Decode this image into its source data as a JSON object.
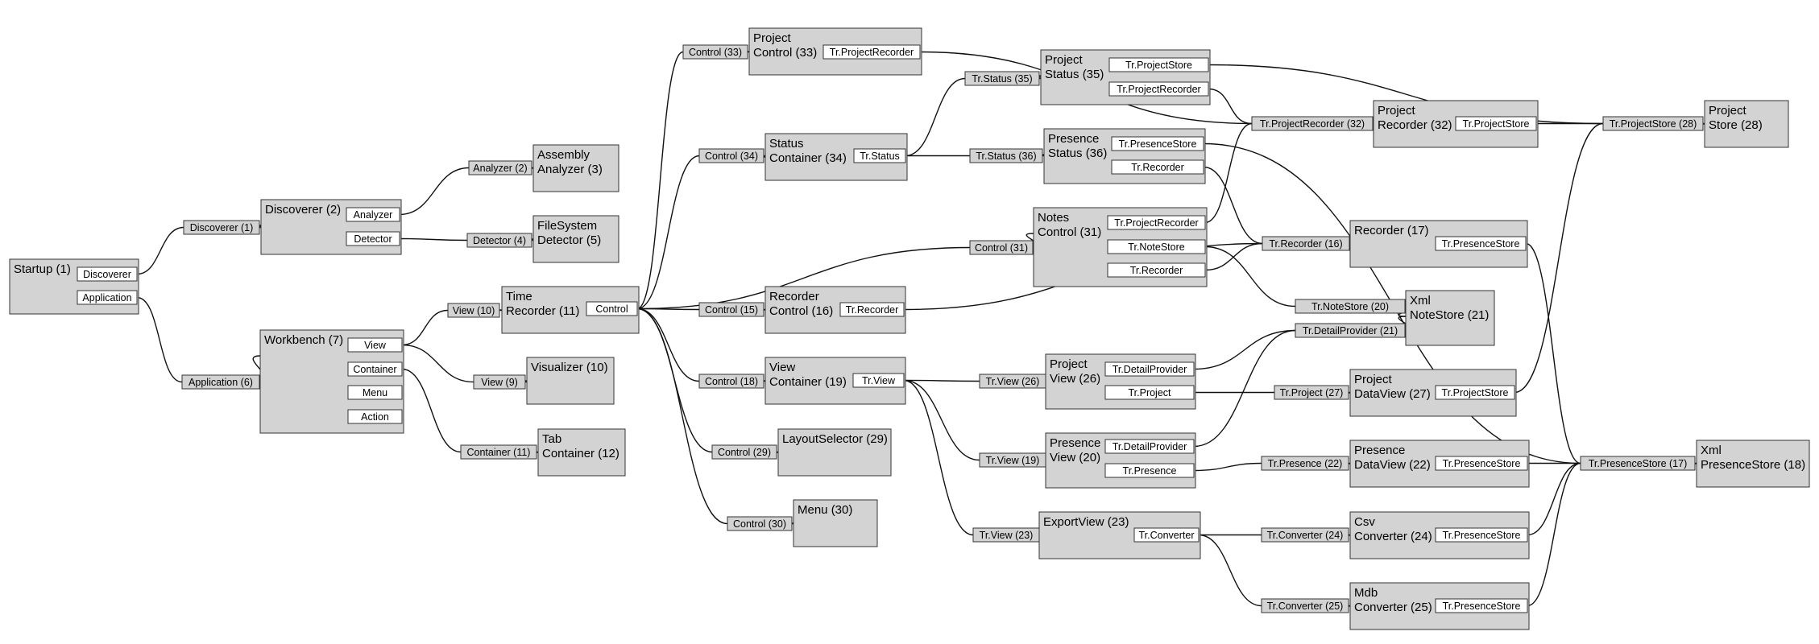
{
  "nodes": [
    {
      "id": "startup",
      "title": [
        "Startup (1)"
      ],
      "ports": [
        "Discoverer",
        "Application"
      ]
    },
    {
      "id": "discoverer",
      "title": [
        "Discoverer (2)"
      ],
      "ports": [
        "Analyzer",
        "Detector"
      ]
    },
    {
      "id": "assembly-analyzer",
      "title": [
        "Assembly",
        "Analyzer (3)"
      ],
      "ports": []
    },
    {
      "id": "filesystem-detector",
      "title": [
        "FileSystem",
        "Detector (5)"
      ],
      "ports": []
    },
    {
      "id": "workbench",
      "title": [
        "Workbench (7)"
      ],
      "ports": [
        "View",
        "Container",
        "Menu",
        "Action"
      ]
    },
    {
      "id": "time-recorder",
      "title": [
        "Time",
        "Recorder (11)"
      ],
      "ports": [
        "Control"
      ]
    },
    {
      "id": "visualizer",
      "title": [
        "Visualizer (10)"
      ],
      "ports": []
    },
    {
      "id": "tab-container",
      "title": [
        "Tab",
        "Container (12)"
      ],
      "ports": []
    },
    {
      "id": "project-control",
      "title": [
        "Project",
        "Control (33)"
      ],
      "ports": [
        "Tr.ProjectRecorder"
      ]
    },
    {
      "id": "status-container",
      "title": [
        "Status",
        "Container (34)"
      ],
      "ports": [
        "Tr.Status"
      ]
    },
    {
      "id": "recorder-control",
      "title": [
        "Recorder",
        "Control (16)"
      ],
      "ports": [
        "Tr.Recorder"
      ]
    },
    {
      "id": "view-container",
      "title": [
        "View",
        "Container (19)"
      ],
      "ports": [
        "Tr.View"
      ]
    },
    {
      "id": "layout-selector",
      "title": [
        "LayoutSelector (29)"
      ],
      "ports": []
    },
    {
      "id": "menu",
      "title": [
        "Menu (30)"
      ],
      "ports": []
    },
    {
      "id": "project-status",
      "title": [
        "Project",
        "Status (35)"
      ],
      "ports": [
        "Tr.ProjectStore",
        "Tr.ProjectRecorder"
      ]
    },
    {
      "id": "presence-status",
      "title": [
        "Presence",
        "Status (36)"
      ],
      "ports": [
        "Tr.PresenceStore",
        "Tr.Recorder"
      ]
    },
    {
      "id": "notes-control",
      "title": [
        "Notes",
        "Control (31)"
      ],
      "ports": [
        "Tr.ProjectRecorder",
        "Tr.NoteStore",
        "Tr.Recorder"
      ]
    },
    {
      "id": "project-view",
      "title": [
        "Project",
        "View (26)"
      ],
      "ports": [
        "Tr.DetailProvider",
        "Tr.Project"
      ]
    },
    {
      "id": "presence-view",
      "title": [
        "Presence",
        "View (20)"
      ],
      "ports": [
        "Tr.DetailProvider",
        "Tr.Presence"
      ]
    },
    {
      "id": "export-view",
      "title": [
        "ExportView (23)"
      ],
      "ports": [
        "Tr.Converter"
      ]
    },
    {
      "id": "project-recorder",
      "title": [
        "Project",
        "Recorder (32)"
      ],
      "ports": [
        "Tr.ProjectStore"
      ]
    },
    {
      "id": "recorder",
      "title": [
        "Recorder (17)"
      ],
      "ports": [
        "Tr.PresenceStore"
      ]
    },
    {
      "id": "xml-notestore",
      "title": [
        "Xml",
        "NoteStore (21)"
      ],
      "ports": []
    },
    {
      "id": "project-dataview",
      "title": [
        "Project",
        "DataView (27)"
      ],
      "ports": [
        "Tr.ProjectStore"
      ]
    },
    {
      "id": "presence-dataview",
      "title": [
        "Presence",
        "DataView (22)"
      ],
      "ports": [
        "Tr.PresenceStore"
      ]
    },
    {
      "id": "csv-converter",
      "title": [
        "Csv",
        "Converter (24)"
      ],
      "ports": [
        "Tr.PresenceStore"
      ]
    },
    {
      "id": "mdb-converter",
      "title": [
        "Mdb",
        "Converter (25)"
      ],
      "ports": [
        "Tr.PresenceStore"
      ]
    },
    {
      "id": "project-store",
      "title": [
        "Project",
        "Store (28)"
      ],
      "ports": []
    },
    {
      "id": "xml-presencestore",
      "title": [
        "Xml",
        "PresenceStore (18)"
      ],
      "ports": []
    }
  ],
  "labels": [
    {
      "id": "l-discoverer1",
      "text": "Discoverer (1)"
    },
    {
      "id": "l-application6",
      "text": "Application (6)"
    },
    {
      "id": "l-analyzer2",
      "text": "Analyzer (2)"
    },
    {
      "id": "l-detector4",
      "text": "Detector (4)"
    },
    {
      "id": "l-view10",
      "text": "View (10)"
    },
    {
      "id": "l-view9",
      "text": "View (9)"
    },
    {
      "id": "l-container11",
      "text": "Container (11)"
    },
    {
      "id": "l-control33",
      "text": "Control (33)"
    },
    {
      "id": "l-control34",
      "text": "Control (34)"
    },
    {
      "id": "l-control31",
      "text": "Control (31)"
    },
    {
      "id": "l-control15",
      "text": "Control (15)"
    },
    {
      "id": "l-control18",
      "text": "Control (18)"
    },
    {
      "id": "l-control29",
      "text": "Control (29)"
    },
    {
      "id": "l-control30",
      "text": "Control (30)"
    },
    {
      "id": "l-trstatus35",
      "text": "Tr.Status (35)"
    },
    {
      "id": "l-trstatus36",
      "text": "Tr.Status (36)"
    },
    {
      "id": "l-trview26",
      "text": "Tr.View (26)"
    },
    {
      "id": "l-trview19",
      "text": "Tr.View (19)"
    },
    {
      "id": "l-trview23",
      "text": "Tr.View (23)"
    },
    {
      "id": "l-trprojectrecorder32",
      "text": "Tr.ProjectRecorder (32)"
    },
    {
      "id": "l-trrecorder16",
      "text": "Tr.Recorder (16)"
    },
    {
      "id": "l-trnotestore20",
      "text": "Tr.NoteStore (20)"
    },
    {
      "id": "l-trdetailprovider21",
      "text": "Tr.DetailProvider (21)"
    },
    {
      "id": "l-trproject27",
      "text": "Tr.Project (27)"
    },
    {
      "id": "l-trpresence22",
      "text": "Tr.Presence (22)"
    },
    {
      "id": "l-trconverter24",
      "text": "Tr.Converter (24)"
    },
    {
      "id": "l-trconverter25",
      "text": "Tr.Converter (25)"
    },
    {
      "id": "l-trprojectstore28",
      "text": "Tr.ProjectStore (28)"
    },
    {
      "id": "l-trpresencestore17",
      "text": "Tr.PresenceStore (17)"
    }
  ],
  "edges": [
    [
      "startup:0",
      "l-discoverer1"
    ],
    [
      "l-discoverer1",
      "discoverer"
    ],
    [
      "startup:1",
      "l-application6"
    ],
    [
      "l-application6",
      "workbench"
    ],
    [
      "discoverer:0",
      "l-analyzer2"
    ],
    [
      "l-analyzer2",
      "assembly-analyzer"
    ],
    [
      "discoverer:1",
      "l-detector4"
    ],
    [
      "l-detector4",
      "filesystem-detector"
    ],
    [
      "workbench:0",
      "l-view10"
    ],
    [
      "l-view10",
      "time-recorder"
    ],
    [
      "workbench:0",
      "l-view9"
    ],
    [
      "l-view9",
      "visualizer"
    ],
    [
      "workbench:1",
      "l-container11"
    ],
    [
      "l-container11",
      "tab-container"
    ],
    [
      "time-recorder:0",
      "l-control33"
    ],
    [
      "l-control33",
      "project-control"
    ],
    [
      "time-recorder:0",
      "l-control34"
    ],
    [
      "l-control34",
      "status-container"
    ],
    [
      "time-recorder:0",
      "l-control31"
    ],
    [
      "l-control31",
      "notes-control"
    ],
    [
      "time-recorder:0",
      "l-control15"
    ],
    [
      "l-control15",
      "recorder-control"
    ],
    [
      "time-recorder:0",
      "l-control18"
    ],
    [
      "l-control18",
      "view-container"
    ],
    [
      "time-recorder:0",
      "l-control29"
    ],
    [
      "l-control29",
      "layout-selector"
    ],
    [
      "time-recorder:0",
      "l-control30"
    ],
    [
      "l-control30",
      "menu"
    ],
    [
      "project-control:0",
      "l-trprojectrecorder32"
    ],
    [
      "status-container:0",
      "l-trstatus35"
    ],
    [
      "l-trstatus35",
      "project-status"
    ],
    [
      "status-container:0",
      "l-trstatus36"
    ],
    [
      "l-trstatus36",
      "presence-status"
    ],
    [
      "recorder-control:0",
      "l-trrecorder16"
    ],
    [
      "view-container:0",
      "l-trview26"
    ],
    [
      "l-trview26",
      "project-view"
    ],
    [
      "view-container:0",
      "l-trview19"
    ],
    [
      "l-trview19",
      "presence-view"
    ],
    [
      "view-container:0",
      "l-trview23"
    ],
    [
      "l-trview23",
      "export-view"
    ],
    [
      "project-status:0",
      "l-trprojectstore28"
    ],
    [
      "project-status:1",
      "l-trprojectrecorder32"
    ],
    [
      "presence-status:0",
      "l-trpresencestore17"
    ],
    [
      "presence-status:1",
      "l-trrecorder16"
    ],
    [
      "notes-control:0",
      "l-trprojectrecorder32"
    ],
    [
      "notes-control:1",
      "l-trnotestore20"
    ],
    [
      "notes-control:2",
      "l-trrecorder16"
    ],
    [
      "l-trprojectrecorder32",
      "project-recorder"
    ],
    [
      "l-trrecorder16",
      "recorder"
    ],
    [
      "l-trnotestore20",
      "xml-notestore"
    ],
    [
      "project-view:0",
      "l-trdetailprovider21"
    ],
    [
      "presence-view:0",
      "l-trdetailprovider21"
    ],
    [
      "l-trdetailprovider21",
      "xml-notestore"
    ],
    [
      "project-view:1",
      "l-trproject27"
    ],
    [
      "l-trproject27",
      "project-dataview"
    ],
    [
      "presence-view:1",
      "l-trpresence22"
    ],
    [
      "l-trpresence22",
      "presence-dataview"
    ],
    [
      "export-view:0",
      "l-trconverter24"
    ],
    [
      "l-trconverter24",
      "csv-converter"
    ],
    [
      "export-view:0",
      "l-trconverter25"
    ],
    [
      "l-trconverter25",
      "mdb-converter"
    ],
    [
      "project-recorder:0",
      "l-trprojectstore28"
    ],
    [
      "project-dataview:0",
      "l-trprojectstore28"
    ],
    [
      "l-trprojectstore28",
      "project-store"
    ],
    [
      "recorder:0",
      "l-trpresencestore17"
    ],
    [
      "presence-dataview:0",
      "l-trpresencestore17"
    ],
    [
      "csv-converter:0",
      "l-trpresencestore17"
    ],
    [
      "mdb-converter:0",
      "l-trpresencestore17"
    ],
    [
      "l-trpresencestore17",
      "xml-presencestore"
    ]
  ],
  "colors": {
    "node_fill": "#d3d3d3",
    "port_fill": "#ffffff",
    "stroke": "#333333",
    "edge": "#111111",
    "text": "#000000"
  }
}
